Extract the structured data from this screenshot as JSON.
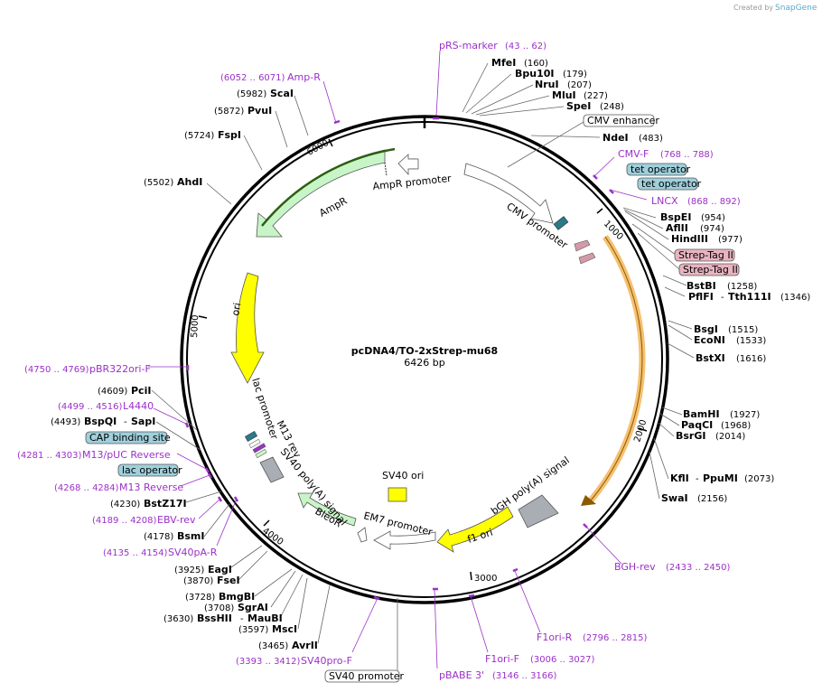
{
  "watermark": {
    "prefix": "Created by",
    "brand": "SnapGene"
  },
  "plasmid": {
    "name": "pcDNA4/TO-2xStrep-mu68",
    "size": "6426 bp"
  },
  "ticks": [
    "1000",
    "2000",
    "3000",
    "4000",
    "5000",
    "6000"
  ],
  "features": {
    "ampr": "AmpR",
    "ampr_promoter": "AmpR promoter",
    "cmv_promoter": "CMV promoter",
    "ori": "ori",
    "lac_promoter": "lac promoter",
    "m13_rev": "M13 rev",
    "sv40_polya": "SV40 poly(A) signal",
    "sv40_ori": "SV40 ori",
    "bleor": "BleoR",
    "em7": "EM7 promoter",
    "f1_ori": "f1 ori",
    "bgh": "bGH poly(A) signal"
  },
  "boxed": {
    "cmv_enhancer": "CMV enhancer",
    "tet_op1": "tet operator",
    "tet_op2": "tet operator",
    "strep1": "Strep-Tag II",
    "strep2": "Strep-Tag II",
    "cap": "CAP binding site",
    "lac_op": "lac operator",
    "sv40_prom": "SV40 promoter"
  },
  "sites": [
    {
      "name": "MfeI",
      "pos": "(160)"
    },
    {
      "name": "Bpu10I",
      "pos": "(179)"
    },
    {
      "name": "NruI",
      "pos": "(207)"
    },
    {
      "name": "MluI",
      "pos": "(227)"
    },
    {
      "name": "SpeI",
      "pos": "(248)"
    },
    {
      "name": "NdeI",
      "pos": "(483)"
    },
    {
      "name": "BspEI",
      "pos": "(954)"
    },
    {
      "name": "AflII",
      "pos": "(974)"
    },
    {
      "name": "HindIII",
      "pos": "(977)"
    },
    {
      "name": "BstBI",
      "pos": "(1258)"
    },
    {
      "name": "PflFI",
      "sep": "-",
      "name2": "Tth111I",
      "pos": "(1346)"
    },
    {
      "name": "BsgI",
      "pos": "(1515)"
    },
    {
      "name": "EcoNI",
      "pos": "(1533)"
    },
    {
      "name": "BstXI",
      "pos": "(1616)"
    },
    {
      "name": "BamHI",
      "pos": "(1927)"
    },
    {
      "name": "PaqCI",
      "pos": "(1968)"
    },
    {
      "name": "BsrGI",
      "pos": "(2014)"
    },
    {
      "name": "KflI",
      "sep": "-",
      "name2": "PpuMI",
      "pos": "(2073)"
    },
    {
      "name": "SwaI",
      "pos": "(2156)"
    },
    {
      "name": "AvrII",
      "pos": "(3465)"
    },
    {
      "name": "MscI",
      "pos": "(3597)"
    },
    {
      "name": "BssHII",
      "sep": "-",
      "name2": "MauBI",
      "pos": "(3630)"
    },
    {
      "name": "SgrAI",
      "pos": "(3708)"
    },
    {
      "name": "BmgBI",
      "pos": "(3728)"
    },
    {
      "name": "FseI",
      "pos": "(3870)"
    },
    {
      "name": "EagI",
      "pos": "(3925)"
    },
    {
      "name": "BsmI",
      "pos": "(4178)"
    },
    {
      "name": "BstZ17I",
      "pos": "(4230)"
    },
    {
      "name": "BspQI",
      "sep": "-",
      "name2": "SapI",
      "pos": "(4493)"
    },
    {
      "name": "PciI",
      "pos": "(4609)"
    },
    {
      "name": "AhdI",
      "pos": "(5502)"
    },
    {
      "name": "FspI",
      "pos": "(5724)"
    },
    {
      "name": "PvuI",
      "pos": "(5872)"
    },
    {
      "name": "ScaI",
      "pos": "(5982)"
    }
  ],
  "primers": [
    {
      "name": "pRS-marker",
      "pos": "(43 .. 62)"
    },
    {
      "name": "Amp-R",
      "pos": "(6052 .. 6071)"
    },
    {
      "name": "CMV-F",
      "pos": "(768 .. 788)"
    },
    {
      "name": "LNCX",
      "pos": "(868 .. 892)"
    },
    {
      "name": "BGH-rev",
      "pos": "(2433 .. 2450)"
    },
    {
      "name": "F1ori-R",
      "pos": "(2796 .. 2815)"
    },
    {
      "name": "F1ori-F",
      "pos": "(3006 .. 3027)"
    },
    {
      "name": "pBABE 3'",
      "pos": "(3146 .. 3166)"
    },
    {
      "name": "SV40pro-F",
      "pos": "(3393 .. 3412)"
    },
    {
      "name": "pBR322ori-F",
      "pos": "(4750 .. 4769)"
    },
    {
      "name": "L4440",
      "pos": "(4499 .. 4516)"
    },
    {
      "name": "M13/pUC Reverse",
      "pos": "(4281 .. 4303)"
    },
    {
      "name": "M13 Reverse",
      "pos": "(4268 .. 4284)"
    },
    {
      "name": "EBV-rev",
      "pos": "(4189 .. 4208)"
    },
    {
      "name": "SV40pA-R",
      "pos": "(4135 .. 4154)"
    }
  ],
  "colors": {
    "ampr": "#c8f5c8",
    "ori": "#ffff00",
    "promoter": "#ffffff",
    "bleor": "#c8f5c8",
    "polya": "#a9aeb4",
    "primer": "#9b30c8",
    "box_blue": "#9fd0dc",
    "box_pink": "#e8b4c0",
    "tet_teal": "#2a7a8a",
    "strep_arrow": "#d49aa8"
  }
}
